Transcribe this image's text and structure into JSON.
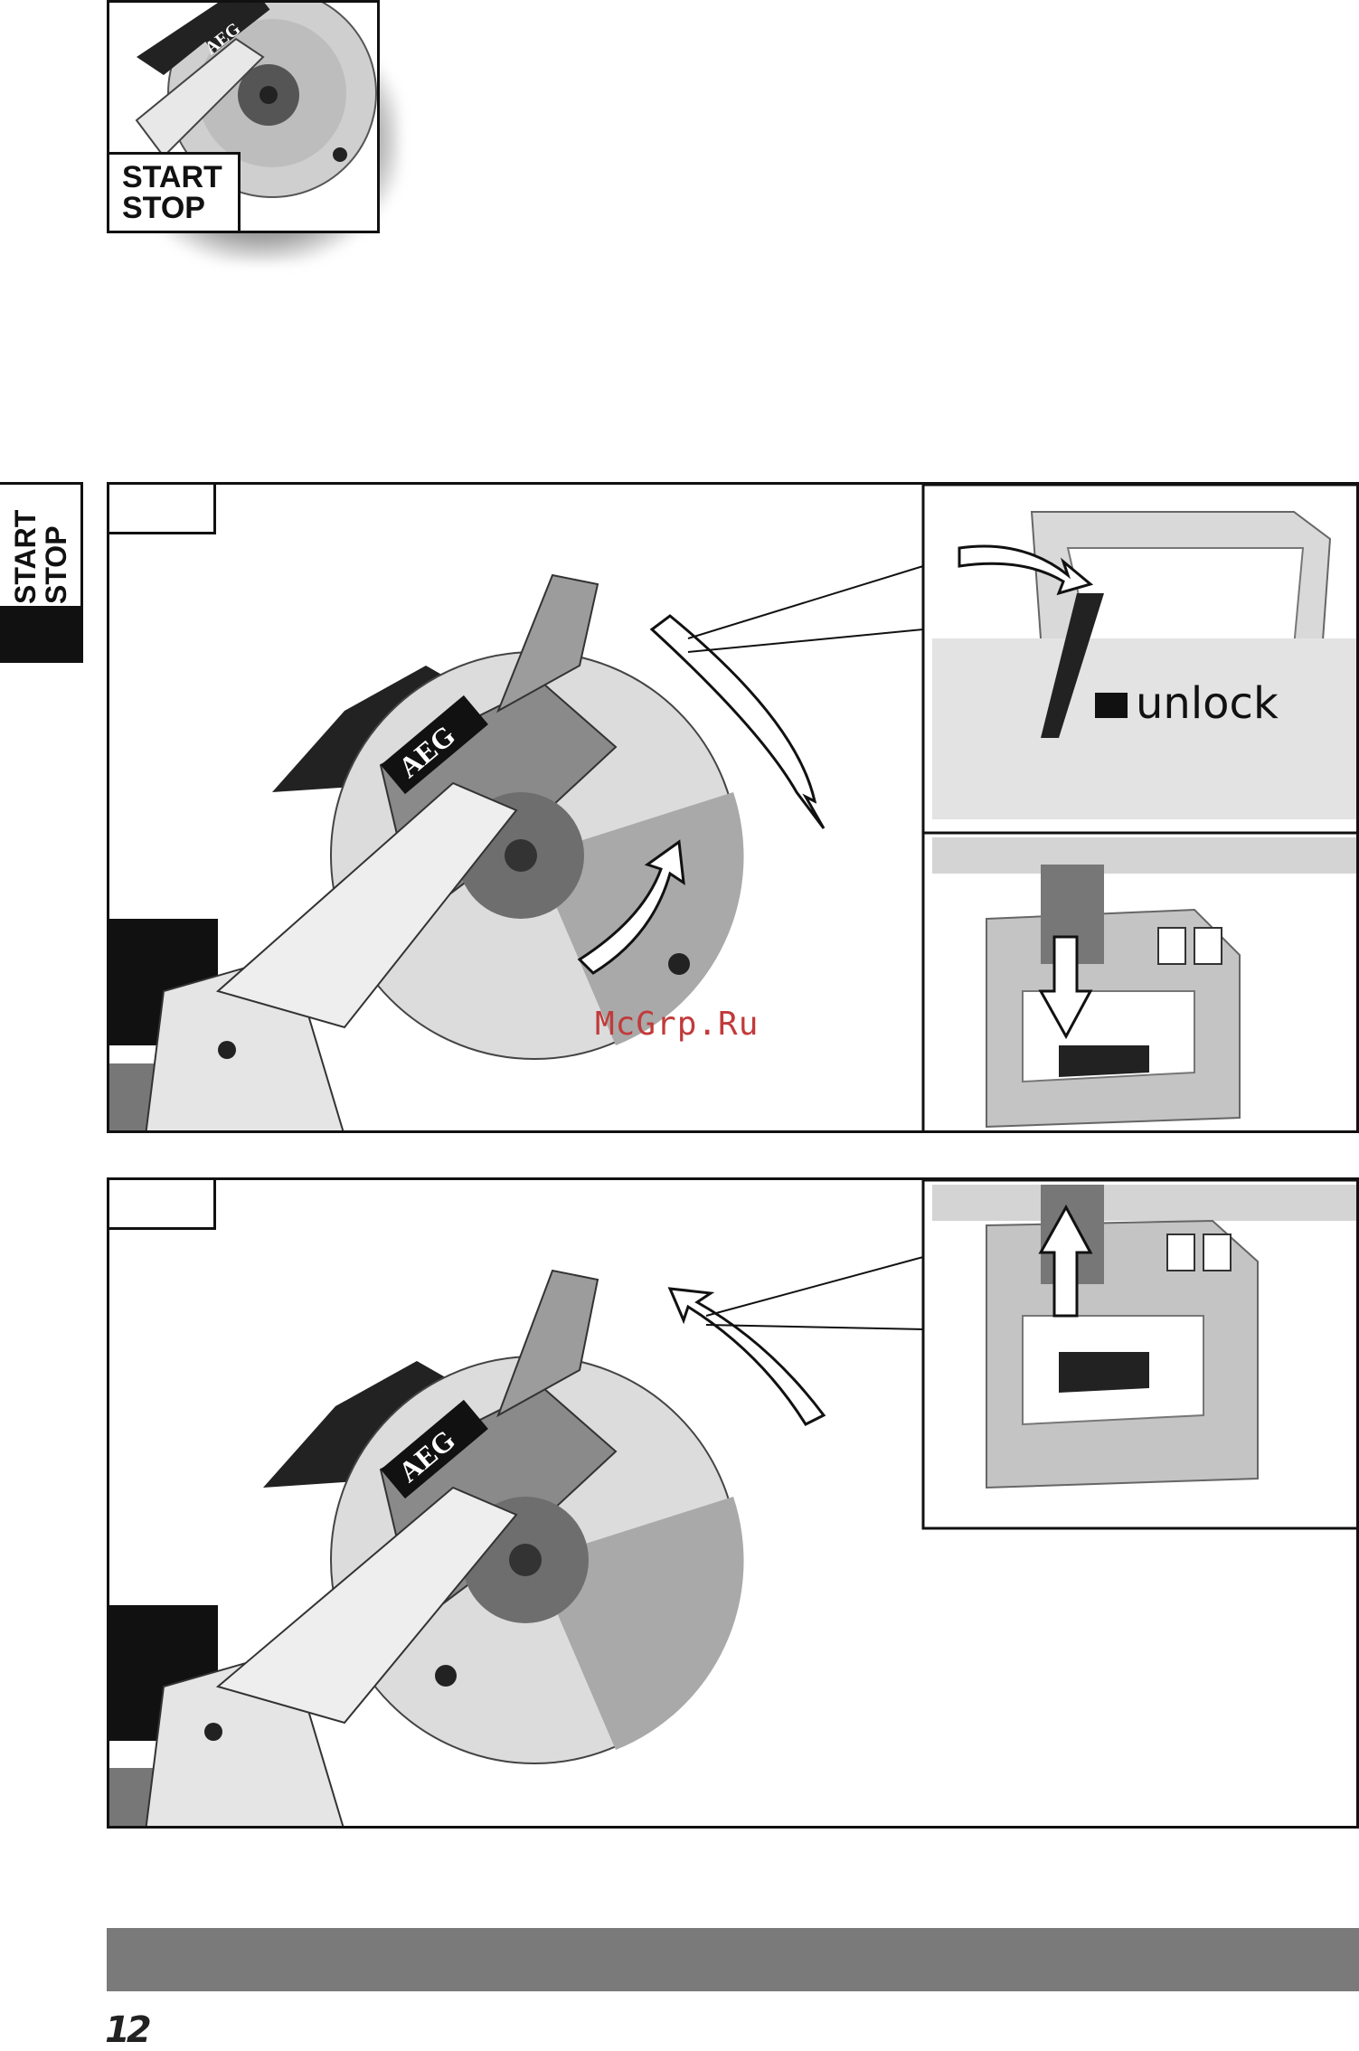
{
  "thumbnail": {
    "brand": "AEG",
    "label_line1": "START",
    "label_line2": "STOP"
  },
  "side_tab": {
    "line1": "START",
    "line2": "STOP"
  },
  "figure1": {
    "number": "",
    "brand": "AEG",
    "unlock_text": "unlock"
  },
  "figure2": {
    "number": "",
    "brand": "AEG"
  },
  "watermark": "McGrp.Ru",
  "footer": {
    "page_number": "12"
  },
  "colors": {
    "frame": "#111111",
    "bar": "#7a7a7a",
    "watermark": "#c23a3a",
    "saw_light": "#d6d6d6",
    "saw_mid": "#a9a9a9",
    "saw_dark": "#6e6e6e"
  }
}
